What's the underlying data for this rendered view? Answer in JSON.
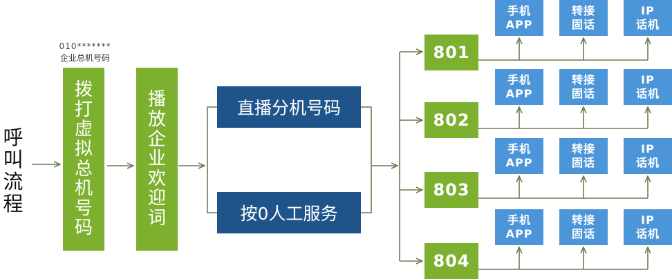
{
  "title": "呼叫流程",
  "trunk": {
    "number": "010*******",
    "caption": "企业总机号码"
  },
  "steps": {
    "dial": "拨打虚拟总机号码",
    "greeting": "播放企业欢迎词"
  },
  "options": {
    "direct": "直播分机号码",
    "manual": "按0人工服务"
  },
  "extensions": [
    {
      "number": "801",
      "devices": [
        [
          "手机",
          "APP"
        ],
        [
          "转接",
          "固话"
        ],
        [
          "IP",
          "话机"
        ]
      ]
    },
    {
      "number": "802",
      "devices": [
        [
          "手机",
          "APP"
        ],
        [
          "转接",
          "固话"
        ],
        [
          "IP",
          "话机"
        ]
      ]
    },
    {
      "number": "803",
      "devices": [
        [
          "手机",
          "APP"
        ],
        [
          "转接",
          "固话"
        ],
        [
          "IP",
          "话机"
        ]
      ]
    },
    {
      "number": "804",
      "devices": [
        [
          "手机",
          "APP"
        ],
        [
          "转接",
          "固话"
        ],
        [
          "IP",
          "话机"
        ]
      ]
    }
  ],
  "colors": {
    "green": "#7cb02e",
    "navy": "#1e5489",
    "blue": "#4c95d9",
    "line": "#6b7a52"
  }
}
